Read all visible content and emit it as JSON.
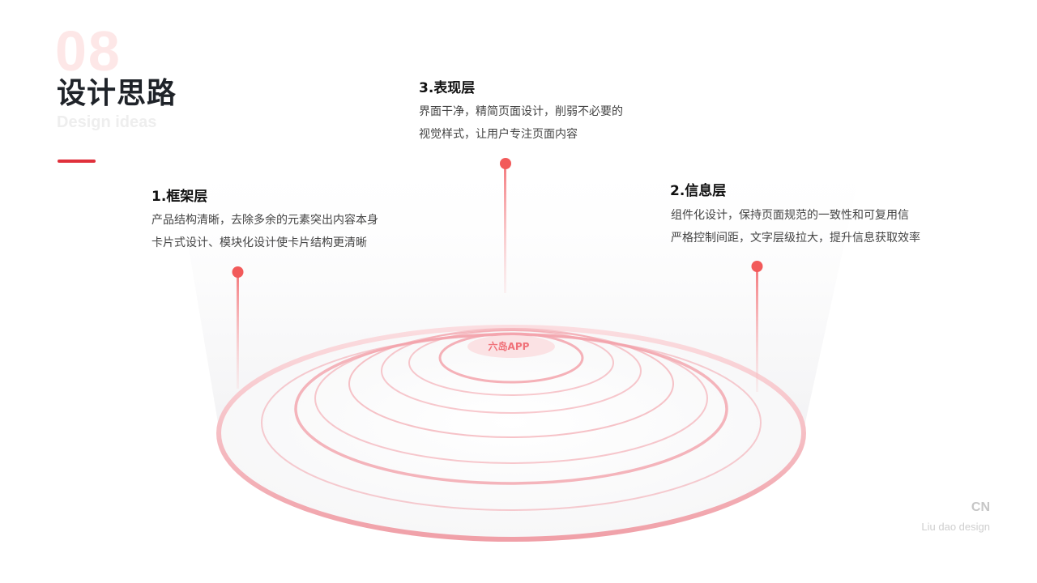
{
  "header": {
    "number": "08",
    "title": "设计思路",
    "subtitle": "Design ideas"
  },
  "layers": [
    {
      "title": "1.框架层",
      "lines": [
        "产品结构清晰，去除多余的元素突出内容本身",
        "卡片式设计、模块化设计使卡片结构更清晰"
      ]
    },
    {
      "title": "2.信息层",
      "lines": [
        "组件化设计，保持页面规范的一致性和可复用信",
        "严格控制间距，文字层级拉大，提升信息获取效率"
      ]
    },
    {
      "title": "3.表现层",
      "lines": [
        "界面干净，精简页面设计，削弱不必要的",
        "视觉样式，让用户专注页面内容"
      ]
    }
  ],
  "center_label": "六岛APP",
  "footer": {
    "code": "CN",
    "brand": "Liu dao design"
  },
  "colors": {
    "accent": "#e0303b",
    "marker": "#f25a5a",
    "ring": "#f3a3ab"
  }
}
